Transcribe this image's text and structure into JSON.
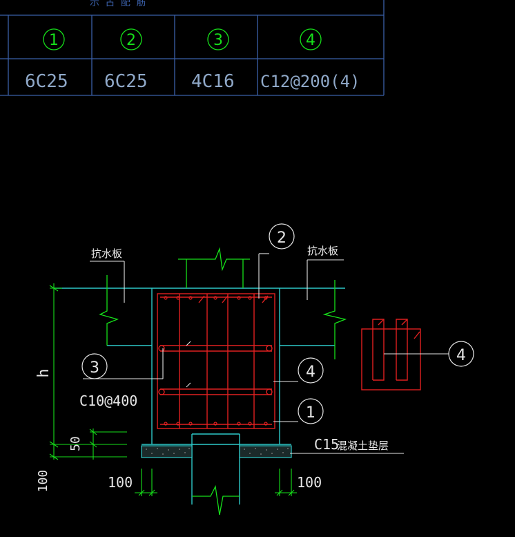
{
  "table": {
    "header_partial": "示 古 配 筋",
    "marks": [
      "1",
      "2",
      "3",
      "4"
    ],
    "values": [
      "6C25",
      "6C25",
      "4C16",
      "C12@200(4)"
    ]
  },
  "labels": {
    "anti_water_left": "抗水板",
    "anti_water_right": "抗水板",
    "height": "h",
    "stirrup_note": "C10@400",
    "dim_50": "50",
    "dim_100_left_vert": "100",
    "dim_100_left": "100",
    "dim_100_right": "100",
    "cushion_prefix": "C15",
    "cushion_suffix": "混凝土垫层"
  },
  "callouts": {
    "c1": "1",
    "c2": "2",
    "c3": "3",
    "c4": "4",
    "c4_side": "4"
  },
  "colors": {
    "table_lines": "#3a5fa8",
    "table_text": "#8fa8c8",
    "green": "#16e01a",
    "cyan": "#2ec9c9",
    "red": "#e02020",
    "white": "#e6e6e6",
    "background": "#000000"
  }
}
